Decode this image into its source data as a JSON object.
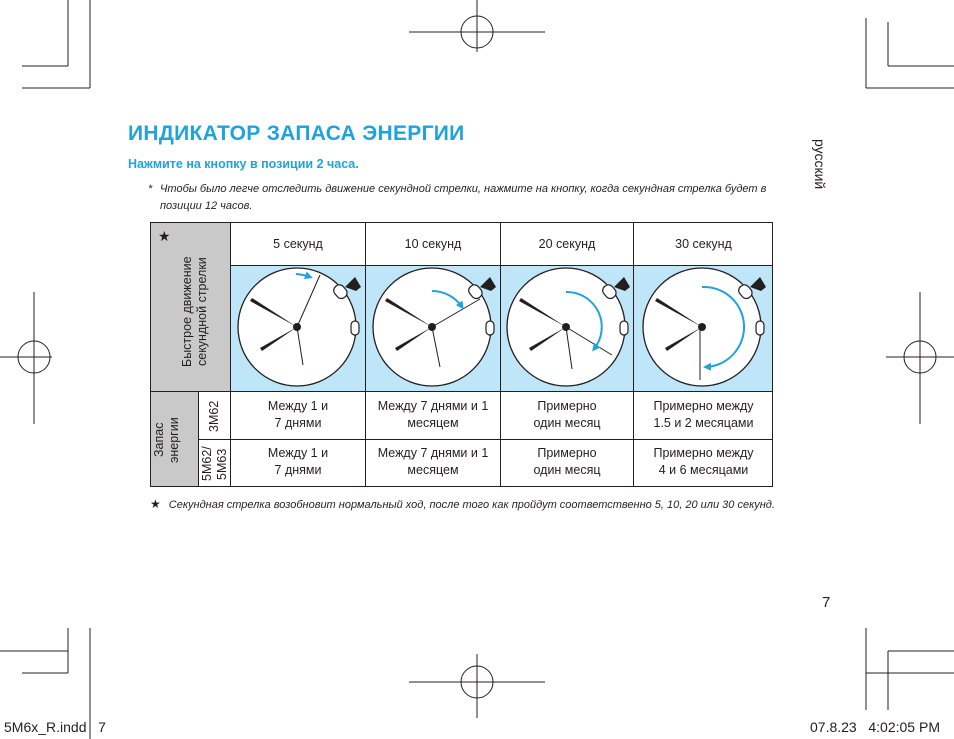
{
  "page": {
    "title": "ИНДИКАТОР ЗАПАСА ЭНЕРГИИ",
    "subtitle": "Нажмите на кнопку в позиции 2 часа.",
    "note_marker": "*",
    "note": "Чтобы было легче отследить движение секундной стрелки, нажмите на кнопку, когда секундная стрелка будет в позиции 12 часов.",
    "language_tab": "русский",
    "page_number": "7",
    "footnote_marker": "★",
    "footnote": "Секундная стрелка возобновит нормальный ход, после того как пройдут соответственно 5, 10, 20 или 30 секунд.",
    "footer_left": "5M6x_R.indd   7",
    "footer_right": "07.8.23   4:02:05 PM"
  },
  "table": {
    "corner_marker": "★",
    "movement_label_line1": "Быстрое движение",
    "movement_label_line2": "секундной стрелки",
    "columns": [
      "5 секунд",
      "10 секунд",
      "20 секунд",
      "30 секунд"
    ],
    "reserve_label_line1": "Запас",
    "reserve_label_line2": "энергии",
    "rows": [
      {
        "model": "3M62",
        "cells": [
          [
            "Между 1 и",
            "7 днями"
          ],
          [
            "Между 7 днями и 1",
            "месяцем"
          ],
          [
            "Примерно",
            "один месяц"
          ],
          [
            "Примерно между",
            "1.5 и 2 месяцами"
          ]
        ]
      },
      {
        "model_line1": "5M62/",
        "model_line2": "5M63",
        "cells": [
          [
            "Между 1 и",
            "7 днями"
          ],
          [
            "Между 7 днями и 1",
            "месяцем"
          ],
          [
            "Примерно",
            "один месяц"
          ],
          [
            "Примерно между",
            "4 и 6 месяцами"
          ]
        ]
      }
    ]
  },
  "colors": {
    "accent_blue": "#1fa3dc",
    "table_blue": "#bfe6f8",
    "table_grey": "#c9c9c9"
  },
  "icons": [
    "crop-mark-icon",
    "registration-mark-icon",
    "watch-dial-icon",
    "press-button-arrow-icon",
    "second-hand-sweep-arrow-icon"
  ]
}
